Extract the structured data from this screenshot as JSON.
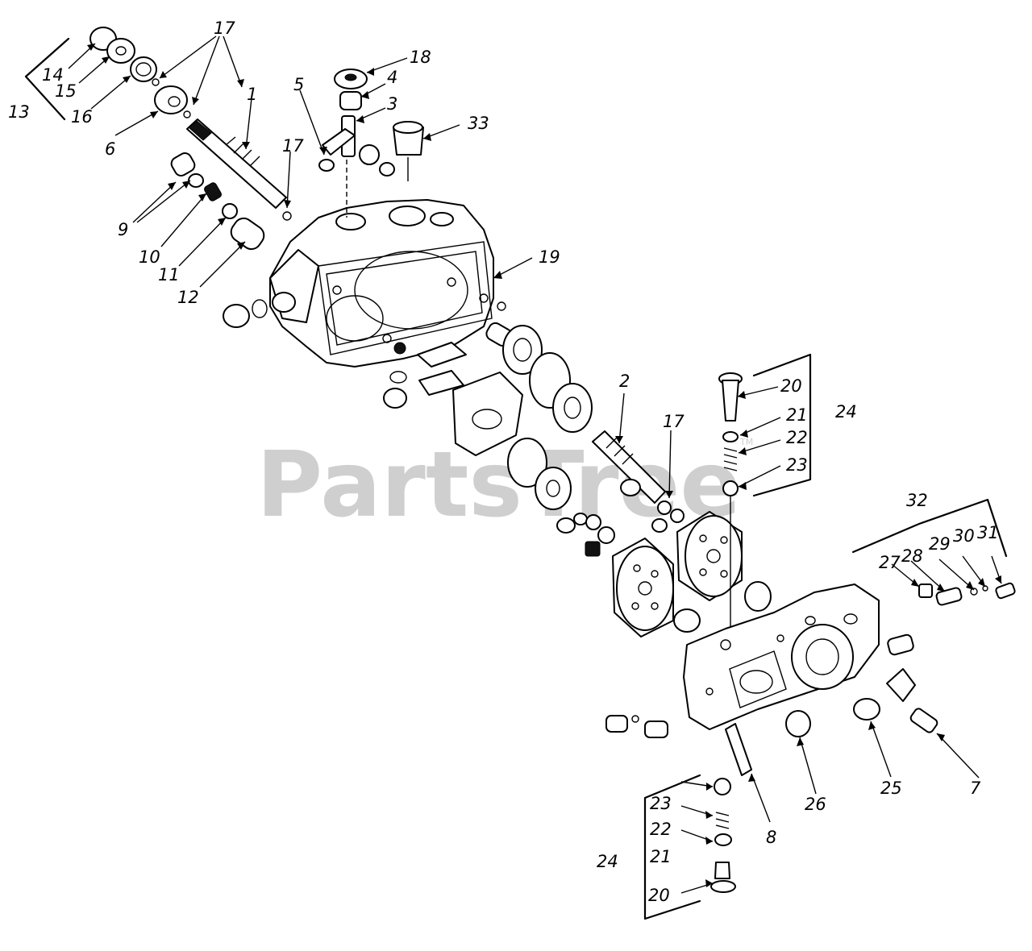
{
  "watermark": {
    "text": "PartsTree",
    "trademark": "TM"
  },
  "callouts": {
    "c1": "1",
    "c2": "2",
    "c3": "3",
    "c4": "4",
    "c5": "5",
    "c6": "6",
    "c7": "7",
    "c8": "8",
    "c9": "9",
    "c10": "10",
    "c11": "11",
    "c12": "12",
    "c13": "13",
    "c14": "14",
    "c15": "15",
    "c16": "16",
    "c17a": "17",
    "c17b": "17",
    "c17c": "17",
    "c18": "18",
    "c19": "19",
    "c20a": "20",
    "c20b": "20",
    "c21a": "21",
    "c21b": "21",
    "c22a": "22",
    "c22b": "22",
    "c23a": "23",
    "c23b": "23",
    "c24a": "24",
    "c24b": "24",
    "c25": "25",
    "c26": "26",
    "c27": "27",
    "c28": "28",
    "c29": "29",
    "c30": "30",
    "c31": "31",
    "c32": "32",
    "c33": "33"
  }
}
